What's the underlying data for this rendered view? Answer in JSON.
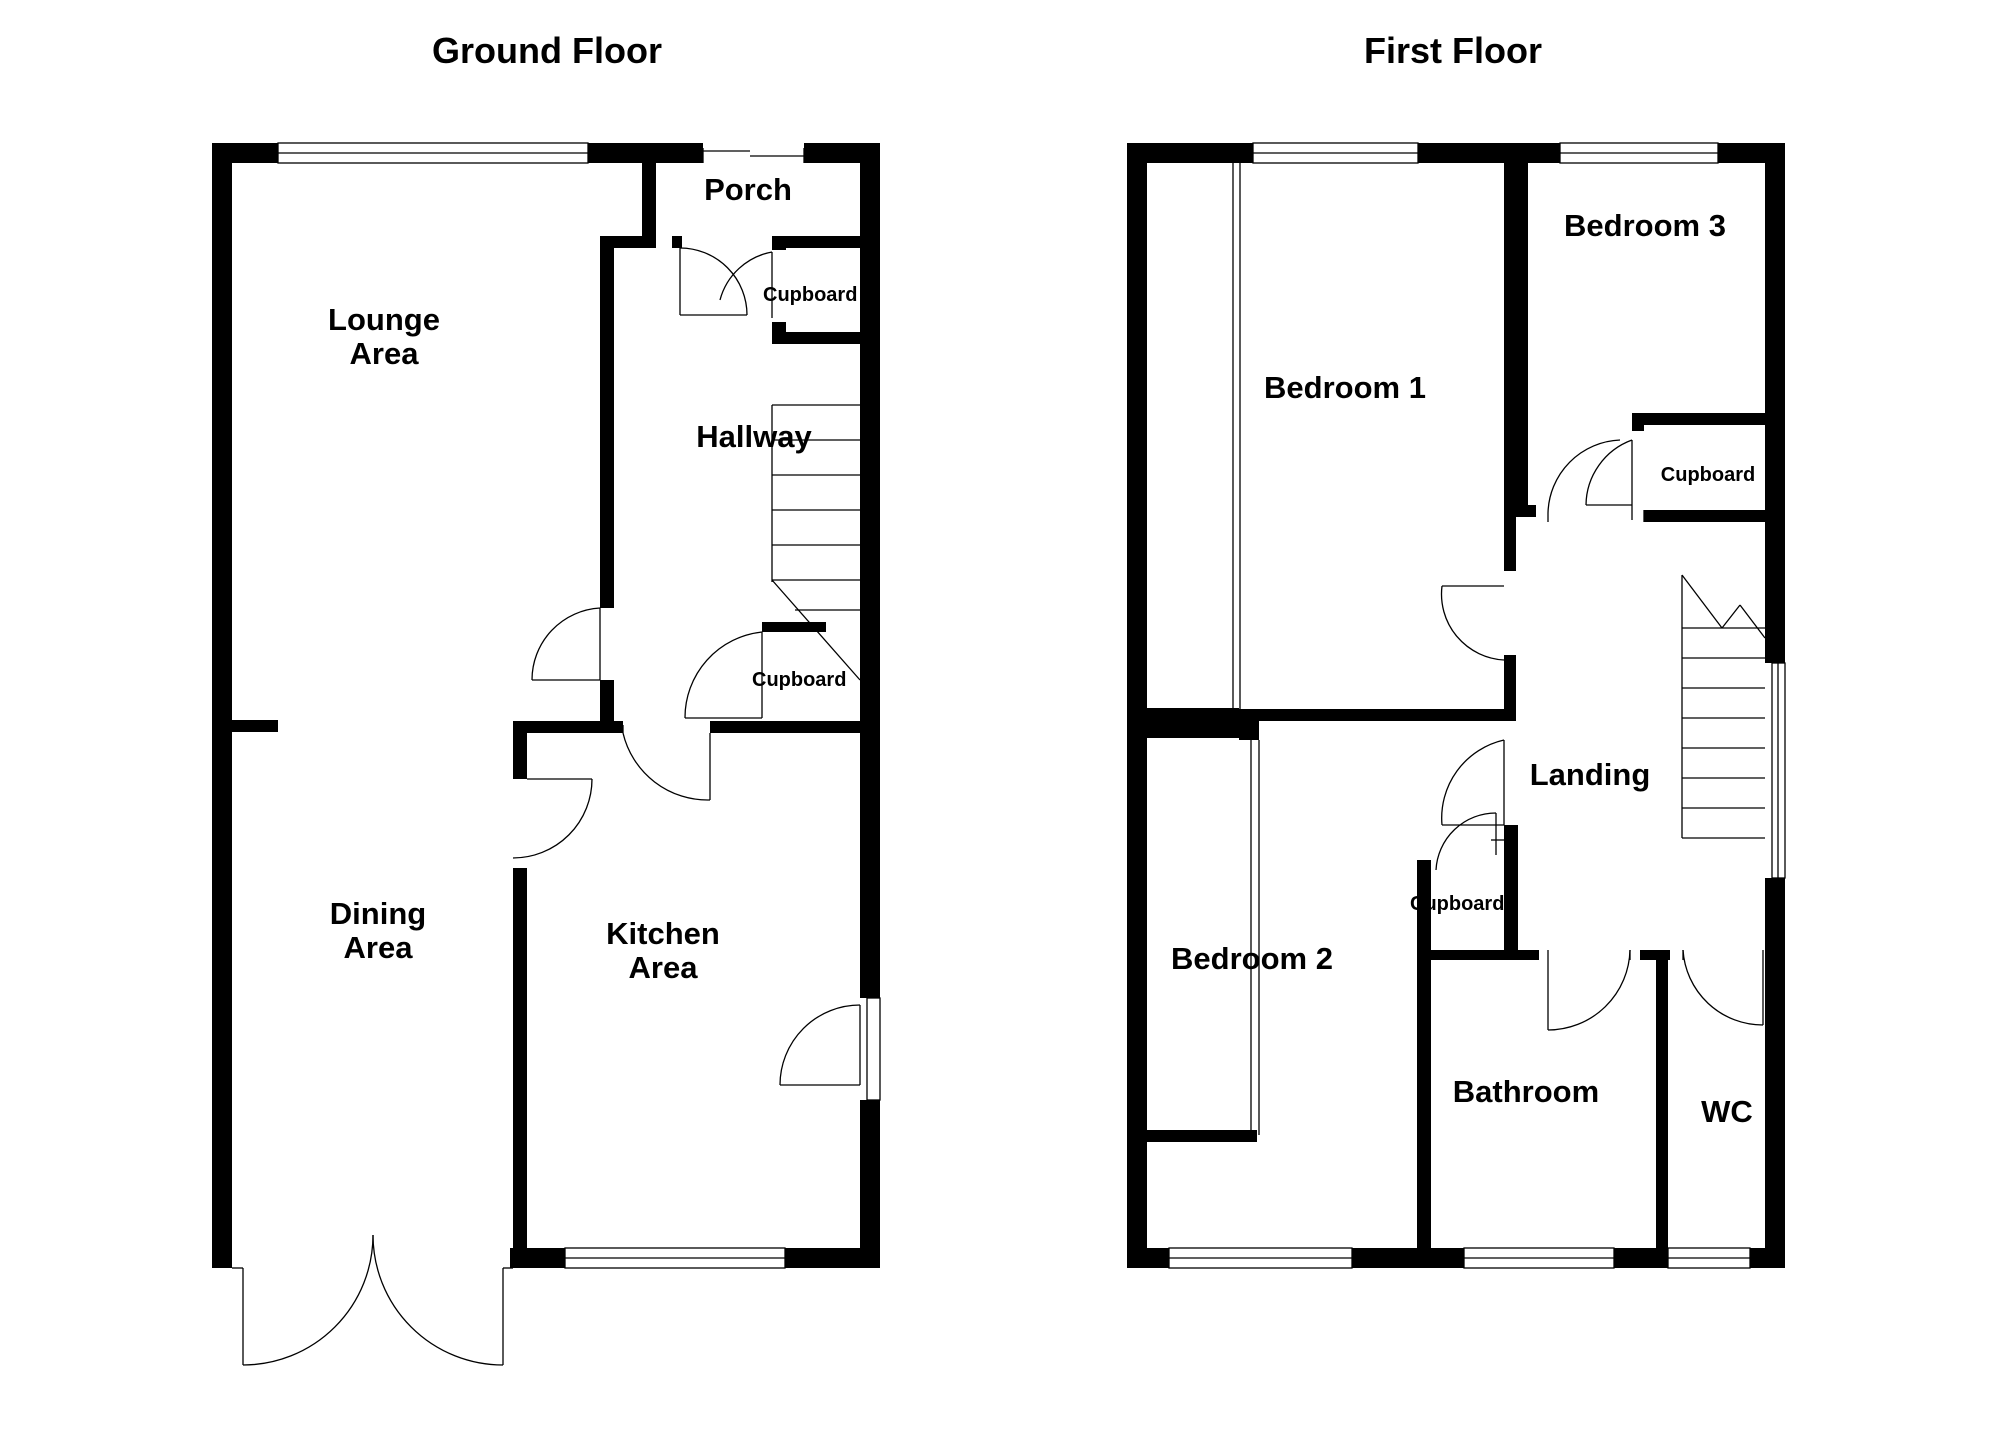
{
  "floors": {
    "ground": {
      "title": "Ground Floor",
      "rooms": {
        "porch": "Porch",
        "cupboard_porch": "Cupboard",
        "lounge_line1": "Lounge",
        "lounge_line2": "Area",
        "hallway": "Hallway",
        "cupboard_stairs": "Cupboard",
        "dining_line1": "Dining",
        "dining_line2": "Area",
        "kitchen_line1": "Kitchen",
        "kitchen_line2": "Area"
      }
    },
    "first": {
      "title": "First Floor",
      "rooms": {
        "bedroom1": "Bedroom 1",
        "bedroom3": "Bedroom 3",
        "cupboard_bed3": "Cupboard",
        "landing": "Landing",
        "bedroom2": "Bedroom 2",
        "cupboard_landing": "Cupboard",
        "bathroom": "Bathroom",
        "wc": "WC"
      }
    }
  }
}
